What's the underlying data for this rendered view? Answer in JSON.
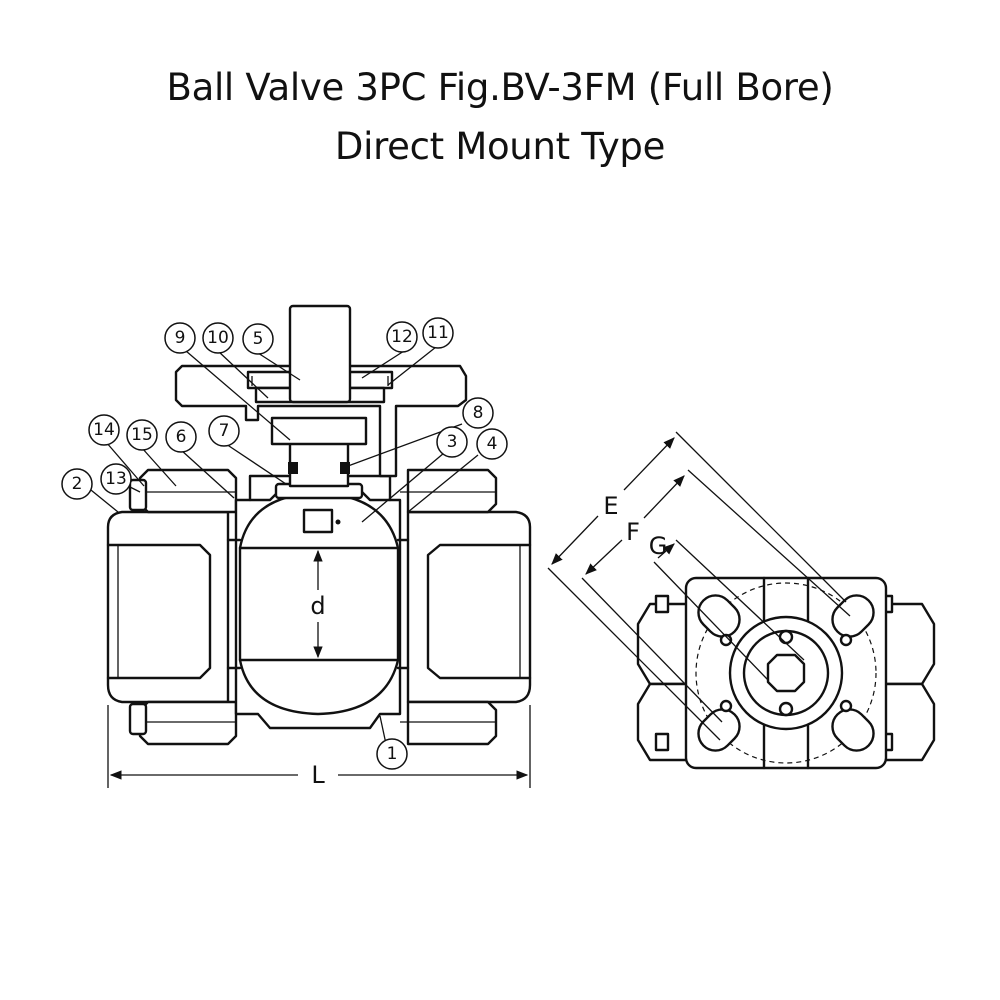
{
  "title": {
    "line1": "Ball Valve 3PC Fig.BV-3FM (Full Bore)",
    "line2": "Direct Mount Type"
  },
  "part_balloons": [
    "1",
    "2",
    "3",
    "4",
    "5",
    "6",
    "7",
    "8",
    "9",
    "10",
    "11",
    "12",
    "13",
    "14",
    "15"
  ],
  "dimension_labels": {
    "L": "L",
    "d": "d",
    "E": "E",
    "F": "F",
    "G": "G"
  },
  "colors": {
    "line": "#111111",
    "background": "#ffffff"
  }
}
